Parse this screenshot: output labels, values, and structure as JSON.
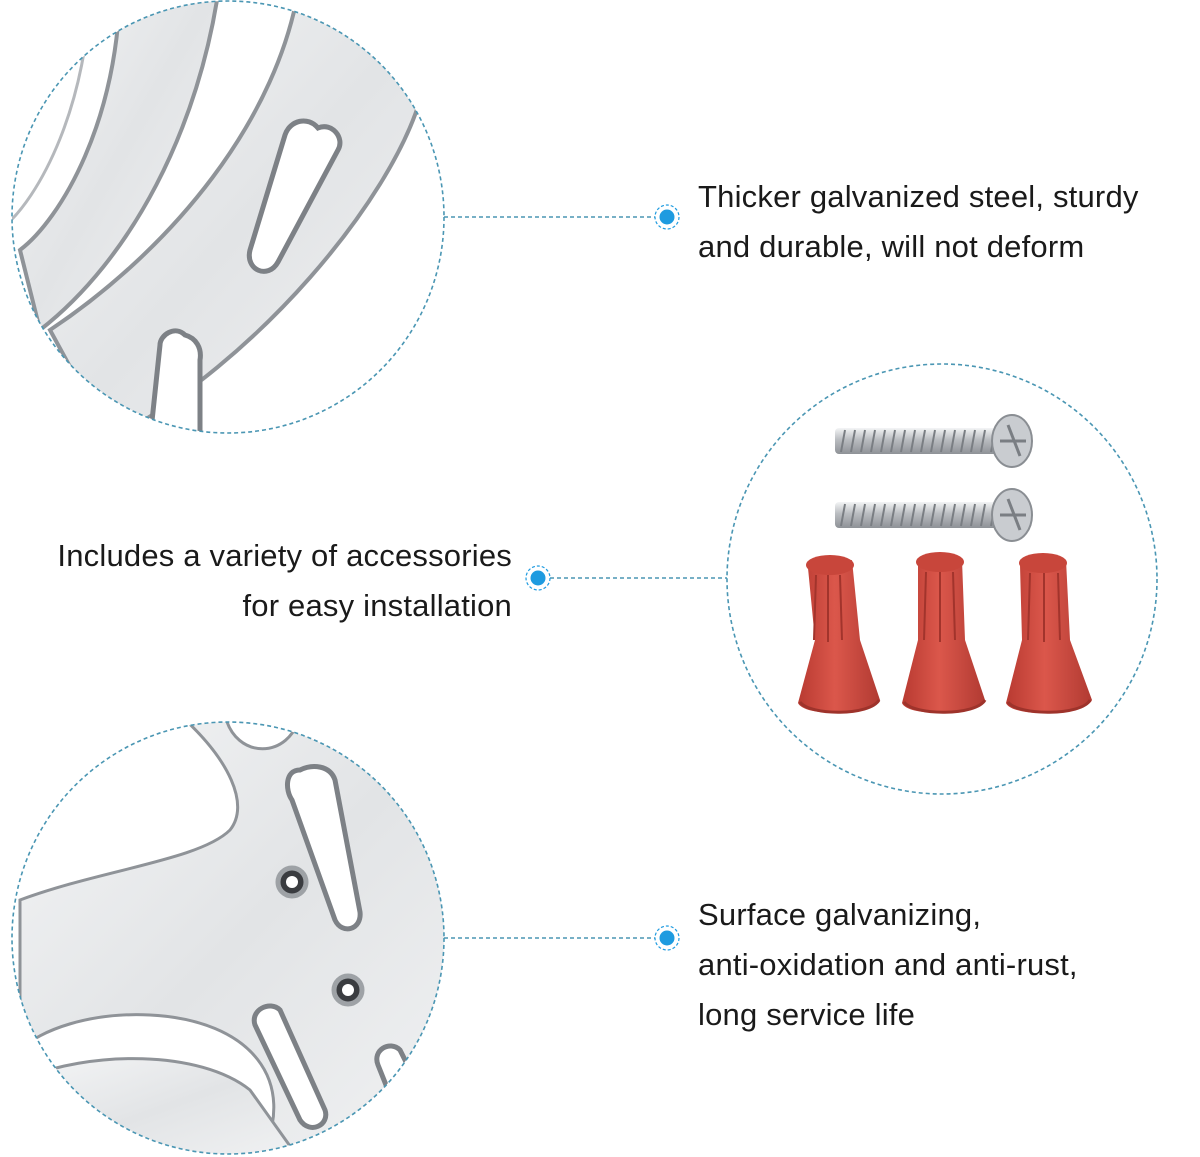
{
  "colors": {
    "accent": "#1e9be0",
    "dashed_line": "#4a96b3",
    "metal_light": "#ecedee",
    "metal_dark": "#a9acb0",
    "connector_red": "#d0473c"
  },
  "features": [
    {
      "lines": [
        "Thicker galvanized steel, sturdy",
        "and durable, will not deform"
      ],
      "image": "galvanized-steel-plate-closeup"
    },
    {
      "lines": [
        "Includes a variety of accessories",
        "for easy installation"
      ],
      "image": "screws-and-wire-nuts"
    },
    {
      "lines": [
        "Surface galvanizing,",
        "anti-oxidation and anti-rust,",
        "long service life"
      ],
      "image": "steel-plate-holes-closeup"
    }
  ]
}
